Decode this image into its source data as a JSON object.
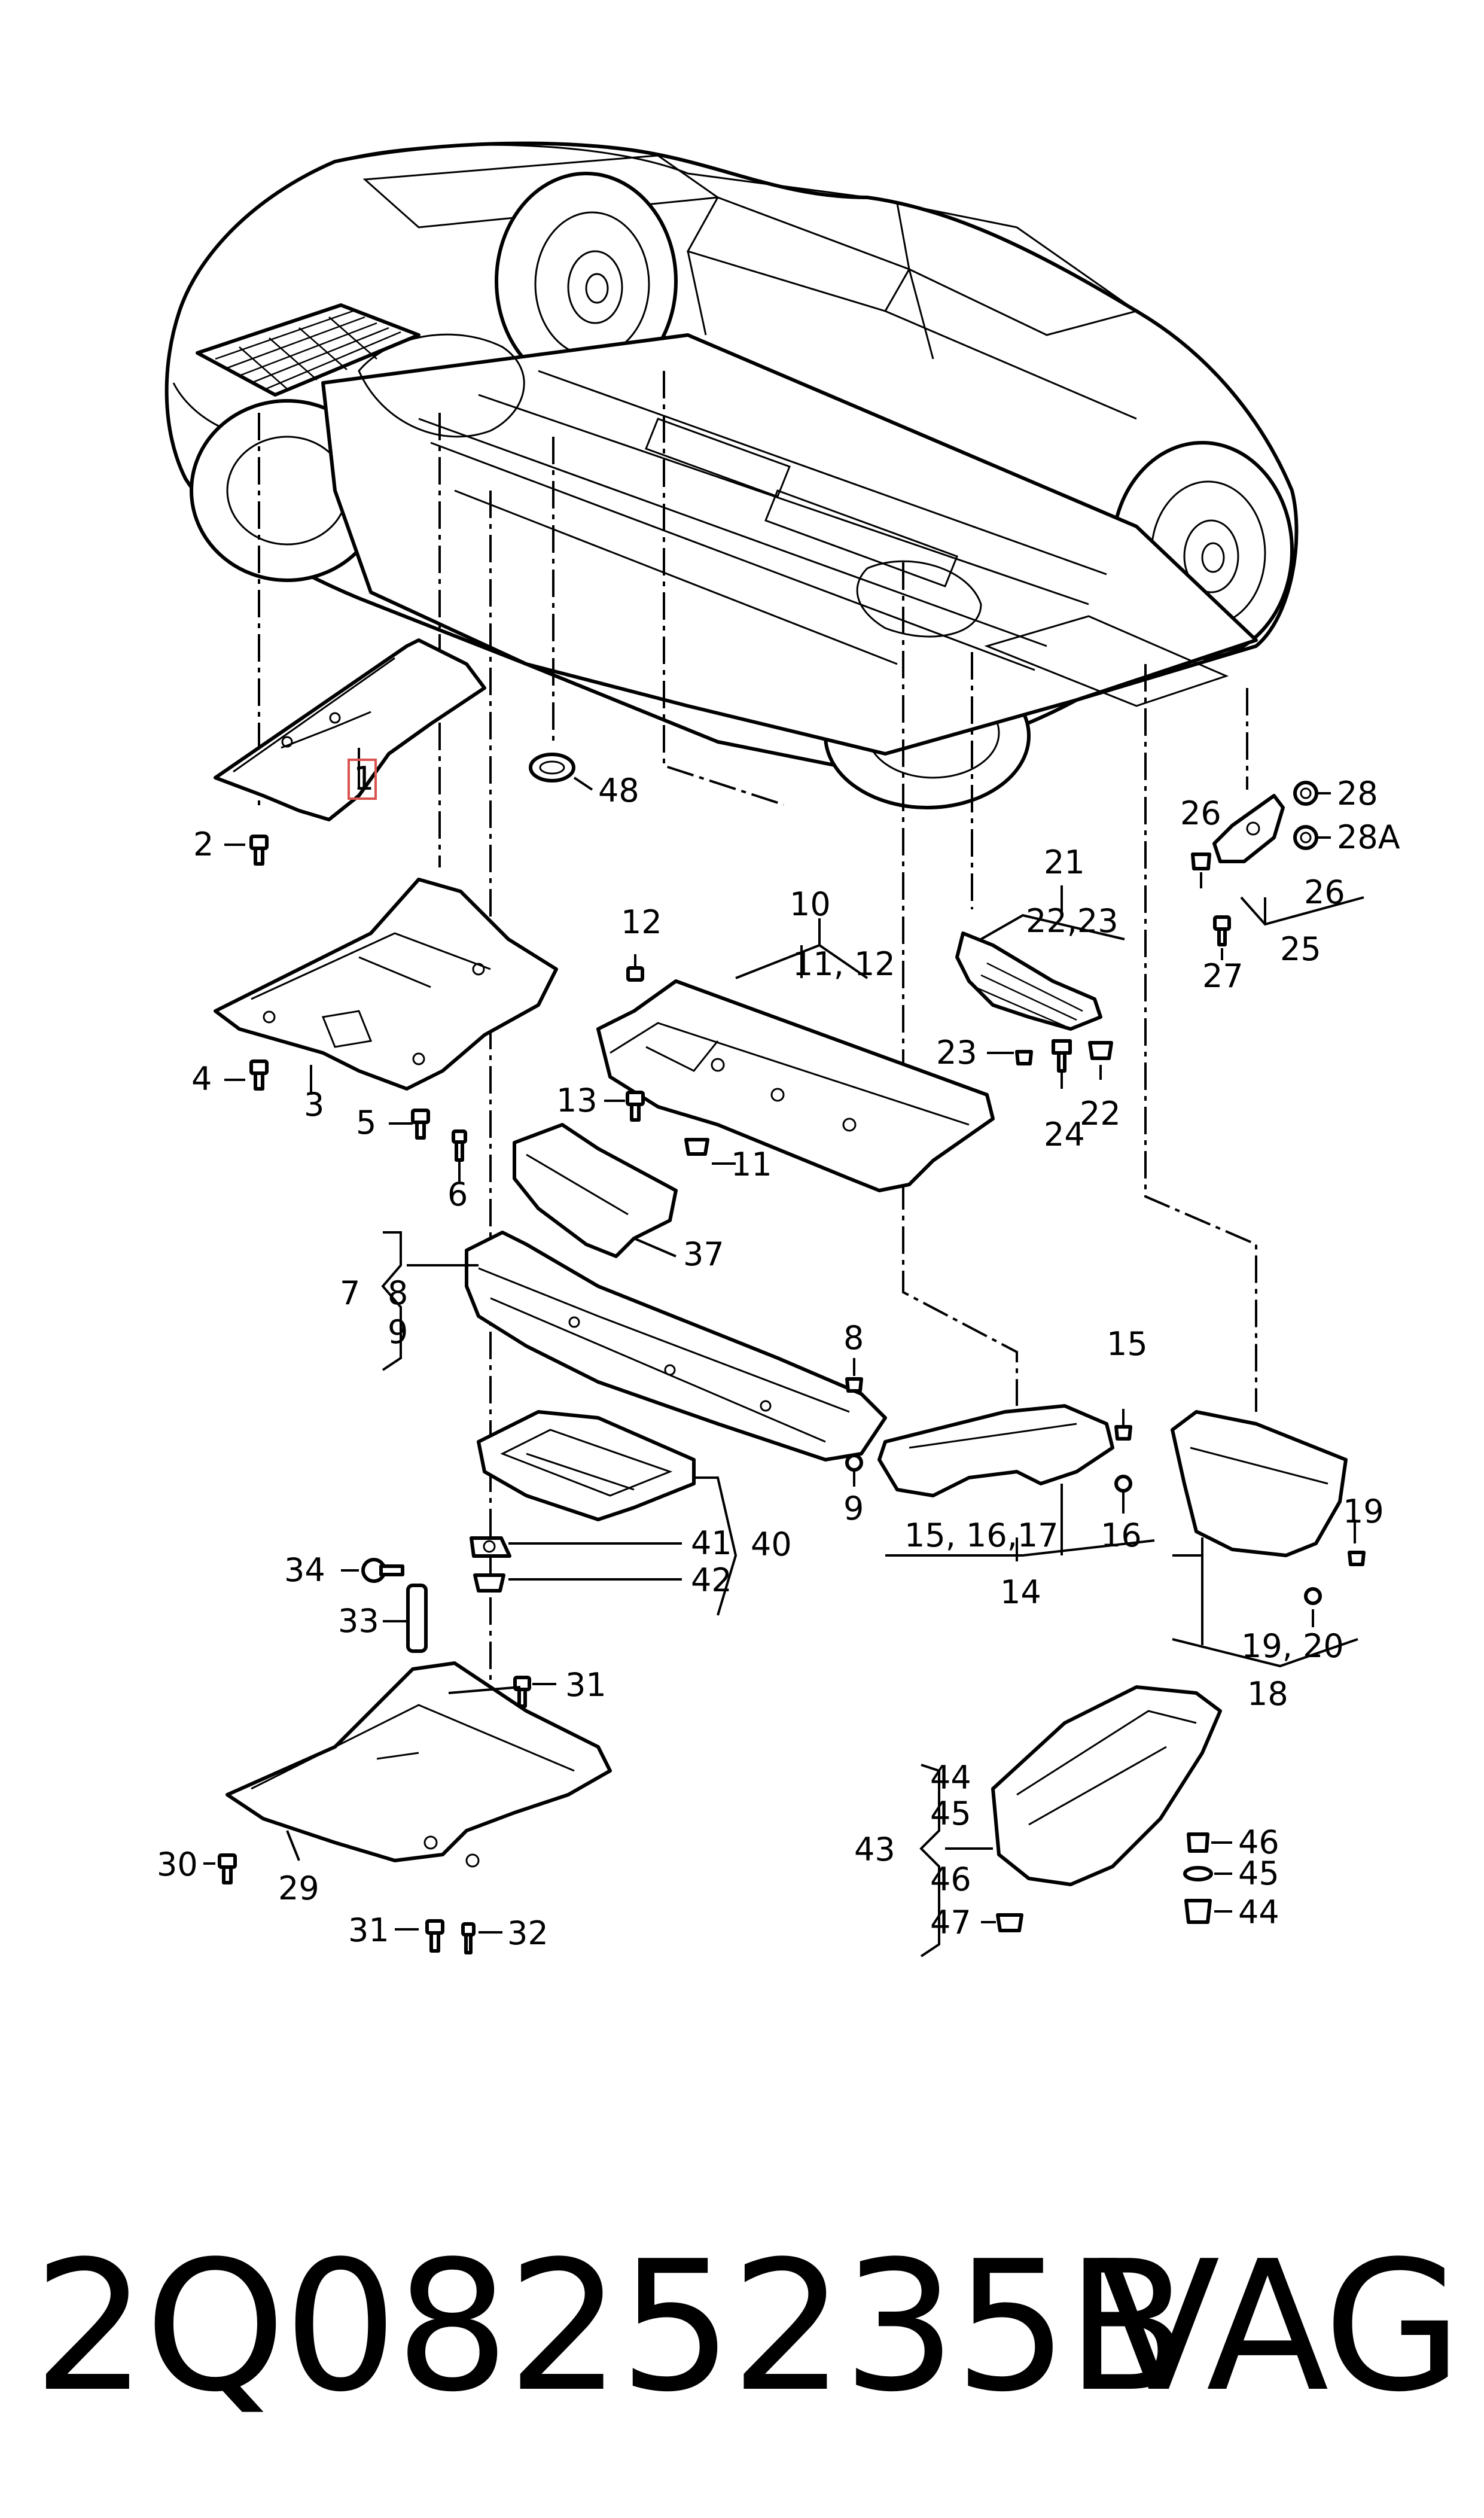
{
  "title_part_number": "2Q0825235B",
  "title_brand": "VAG",
  "labels": {
    "l1": "1",
    "l2": "2",
    "l3": "3",
    "l4": "4",
    "l5": "5",
    "l6": "6",
    "l7": "7",
    "l8a": "8",
    "l9a": "9",
    "l8b": "8",
    "l9b": "9",
    "l10": "10",
    "l11_12": "11, 12",
    "l11": "11",
    "l12": "12",
    "l13": "13",
    "l14": "14",
    "l15": "15",
    "l15_16_17": "15, 16,17",
    "l16": "16",
    "l18": "18",
    "l19": "19",
    "l19_20": "19, 20",
    "l21": "21",
    "l22_23": "22,23",
    "l22": "22",
    "l23": "23",
    "l24": "24",
    "l25": "25",
    "l26a": "26",
    "l26b": "26",
    "l27": "27",
    "l28": "28",
    "l28a": "28A",
    "l29": "29",
    "l30": "30",
    "l31a": "31",
    "l31b": "31",
    "l32": "32",
    "l33": "33",
    "l34": "34",
    "l37": "37",
    "l40": "40",
    "l41": "41",
    "l42": "42",
    "l43": "43",
    "l44a": "44",
    "l45a": "45",
    "l46a": "46",
    "l47": "47",
    "l44b": "44",
    "l45b": "45",
    "l46b": "46",
    "l48": "48"
  },
  "icons": {
    "vehicle": "car-underbody-illustration",
    "fastener": "screw-icon",
    "clip": "clip-icon"
  }
}
